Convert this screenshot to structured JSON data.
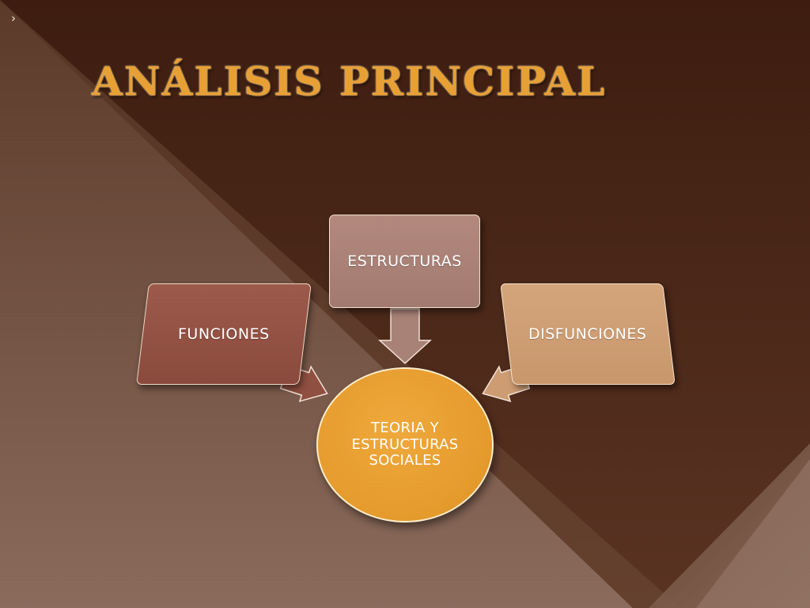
{
  "title": "Análisis principal",
  "diagram": {
    "center": "TEORIA Y ESTRUCTURAS SOCIALES",
    "nodes": {
      "left": "FUNCIONES",
      "top": "ESTRUCTURAS",
      "right": "DISFUNCIONES"
    }
  },
  "colors": {
    "title": "#e8a034",
    "left_box": "#8f4f41",
    "top_box": "#a97f74",
    "right_box": "#cd9c72",
    "center": "#e8a033",
    "background_dark": "#4a2716",
    "background_light": "#8a6a5a"
  },
  "icons": {
    "nav": "chevron-right-icon"
  }
}
